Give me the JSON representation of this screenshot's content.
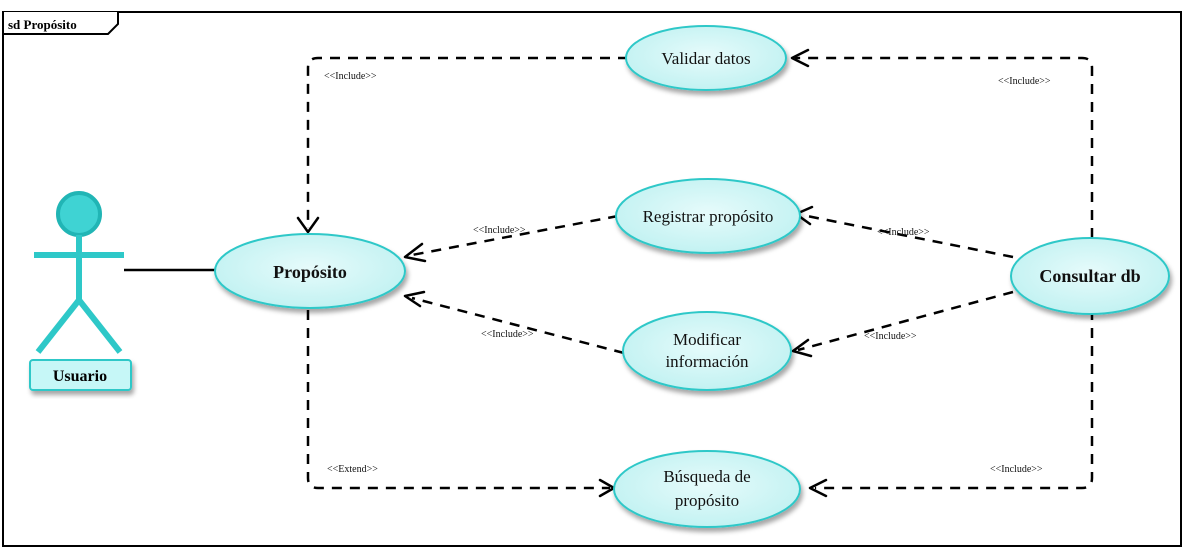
{
  "frame": {
    "title": "sd Propósito"
  },
  "actor": {
    "name": "Usuario"
  },
  "use_cases": {
    "proposito": "Propósito",
    "validar": "Validar datos",
    "registrar": "Registrar propósito",
    "modificar_1": "Modificar",
    "modificar_2": "información",
    "busqueda_1": "Búsqueda de",
    "busqueda_2": "propósito",
    "consultar": "Consultar db"
  },
  "relations": {
    "validar_to_proposito": "<<Include>>",
    "consultar_to_validar": "<<Include>>",
    "registrar_to_proposito": "<<Include>>",
    "consultar_to_registrar": "<<Include>>",
    "modificar_to_proposito": "<<Include>>",
    "consultar_to_modificar": "<<Include>>",
    "proposito_to_busqueda": "<<Extend>>",
    "consultar_to_busqueda": "<<Include>>"
  },
  "colors": {
    "usecase_fill": "#cdf6f6",
    "usecase_stroke": "#2ec8c8",
    "actor_color": "#2ec8c8",
    "actor_label_fill": "#c6f7f7",
    "line": "#000000"
  }
}
